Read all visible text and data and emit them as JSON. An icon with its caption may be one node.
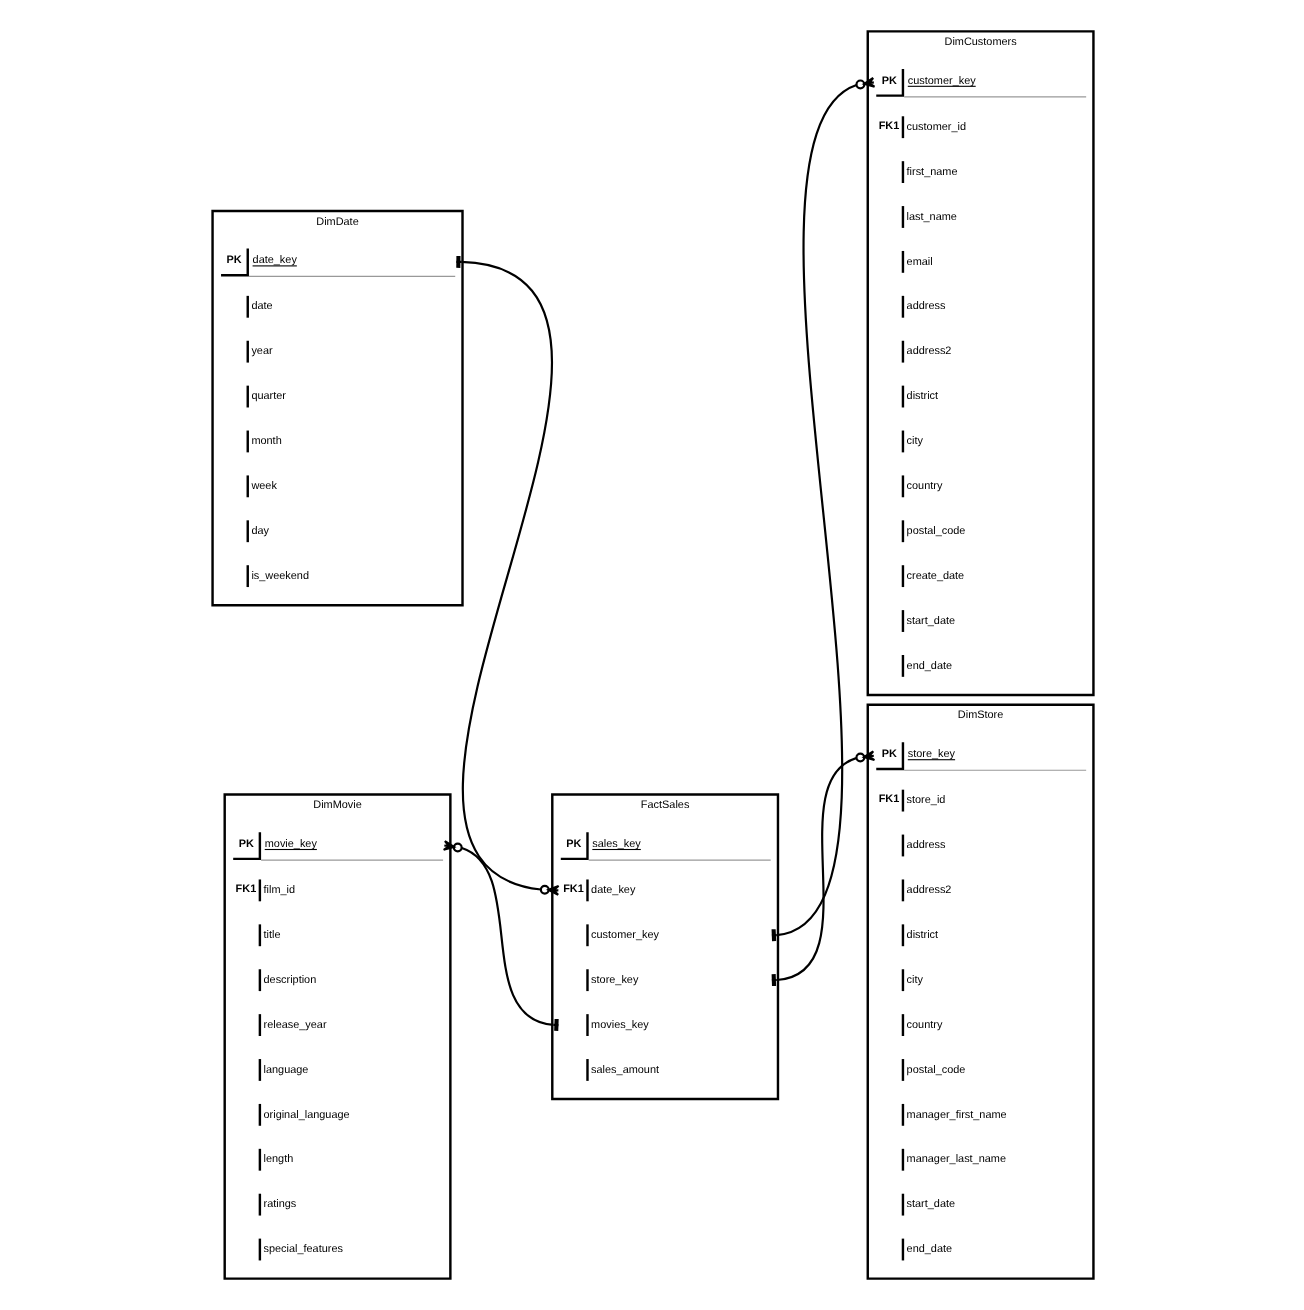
{
  "diagram": {
    "nodes": [
      {
        "text": [
          "DimDate"
        ]
      },
      {
        "text": [
          "PK",
          "date_key"
        ],
        "in": 0
      },
      {
        "text": [
          "date"
        ],
        "in": 0
      },
      {
        "text": [
          "year"
        ],
        "in": 0
      },
      {
        "text": [
          "quarter"
        ],
        "in": 0
      },
      {
        "text": [
          "month"
        ],
        "in": 0
      },
      {
        "text": [
          "week"
        ],
        "in": 0
      },
      {
        "text": [
          "day"
        ],
        "in": 0
      },
      {
        "text": [
          "is_weekend"
        ],
        "in": 0
      },
      {
        "text": [
          "FactSales"
        ]
      },
      {
        "text": [
          "PK",
          "sales_key"
        ],
        "in": 9
      },
      {
        "text": [
          "FK1",
          "date_key"
        ],
        "in": 9
      },
      {
        "text": [
          "customer_key"
        ],
        "in": 9
      },
      {
        "text": [
          "store_key"
        ],
        "in": 9
      },
      {
        "text": [
          "movies_key"
        ],
        "in": 9
      },
      {
        "text": [
          "sales_amount"
        ],
        "in": 9
      },
      {
        "text": [
          "DimCustomers"
        ]
      },
      {
        "text": [
          "PK",
          "customer_key"
        ],
        "in": 16
      },
      {
        "text": [
          "FK1",
          "customer_id"
        ],
        "in": 16
      },
      {
        "text": [
          "first_name"
        ],
        "in": 16
      },
      {
        "text": [
          "last_name"
        ],
        "in": 16
      },
      {
        "text": [
          "email"
        ],
        "in": 16
      },
      {
        "text": [
          "address"
        ],
        "in": 16
      },
      {
        "text": [
          "address2"
        ],
        "in": 16
      },
      {
        "text": [
          "district"
        ],
        "in": 16
      },
      {
        "text": [
          "city"
        ],
        "in": 16
      },
      {
        "text": [
          "country"
        ],
        "in": 16
      },
      {
        "text": [
          "postal_code"
        ],
        "in": 16
      },
      {
        "text": [
          "create_date"
        ],
        "in": 16
      },
      {
        "text": [
          "start_date"
        ],
        "in": 16
      },
      {
        "text": [
          "end_date"
        ],
        "in": 16
      },
      {
        "text": [
          "DimMovie"
        ]
      },
      {
        "text": [
          "PK",
          "movie_key"
        ],
        "in": 31
      },
      {
        "text": [
          "FK1",
          "film_id"
        ],
        "in": 31
      },
      {
        "text": [
          "title"
        ],
        "in": 31
      },
      {
        "text": [
          "description"
        ],
        "in": 31
      },
      {
        "text": [
          "release_year"
        ],
        "in": 31
      },
      {
        "text": [
          "language"
        ],
        "in": 31
      },
      {
        "text": [
          "original_language"
        ],
        "in": 31
      },
      {
        "text": [
          "length"
        ],
        "in": 31
      },
      {
        "text": [
          "ratings"
        ],
        "in": 31
      },
      {
        "text": [
          "special_features"
        ],
        "in": 31
      },
      {
        "text": [
          "DimStore"
        ]
      },
      {
        "text": [
          "PK",
          "store_key"
        ],
        "in": 42
      },
      {
        "text": [
          "FK1",
          "store_id"
        ],
        "in": 42
      },
      {
        "text": [
          "address"
        ],
        "in": 42
      },
      {
        "text": [
          "address2"
        ],
        "in": 42
      },
      {
        "text": [
          "district"
        ],
        "in": 42
      },
      {
        "text": [
          "city"
        ],
        "in": 42
      },
      {
        "text": [
          "country"
        ],
        "in": 42
      },
      {
        "text": [
          "postal_code"
        ],
        "in": 42
      },
      {
        "text": [
          "manager_first_name"
        ],
        "in": 42
      },
      {
        "text": [
          "manager_last_name"
        ],
        "in": 42
      },
      {
        "text": [
          "start_date"
        ],
        "in": 42
      },
      {
        "text": [
          "end_date"
        ],
        "in": 42
      }
    ],
    "edges": [
      {
        "from": 1,
        "to": 11,
        "arrow": "other"
      },
      {
        "from": 14,
        "to": 32,
        "arrow": "other"
      },
      {
        "from": 12,
        "to": 17,
        "arrow": "other"
      },
      {
        "from": 13,
        "to": 43,
        "arrow": "other"
      }
    ]
  }
}
